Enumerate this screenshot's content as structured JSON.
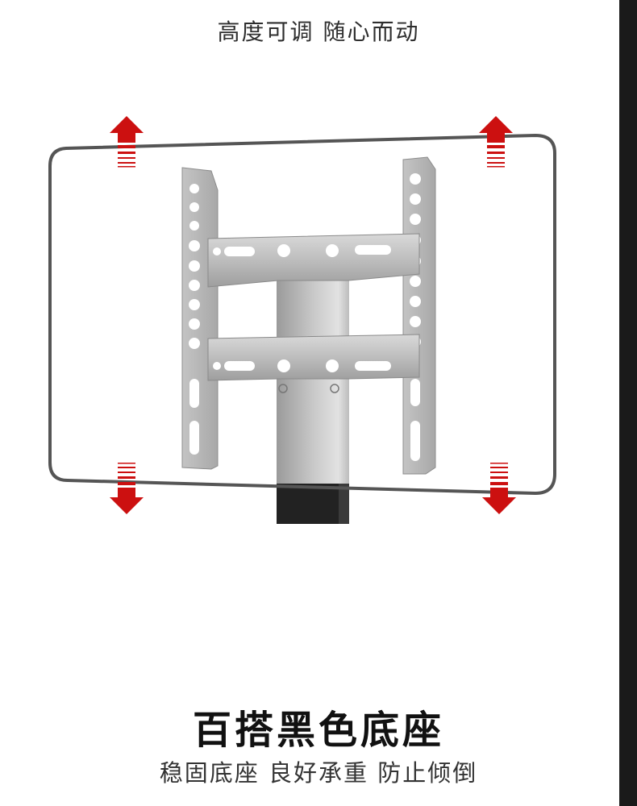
{
  "header": {
    "caption": "高度可调 随心而动"
  },
  "feature": {
    "title": "百搭黑色底座",
    "subtitle": "稳固底座 良好承重 防止倾倒"
  },
  "colors": {
    "arrow_red": "#cc1010",
    "bracket_gray": "#b4b4b4",
    "frame_outline": "#555555",
    "pole_black": "#222222",
    "edge_dark": "#1a1a1a"
  },
  "icons": [
    "arrow-up-icon",
    "arrow-down-icon"
  ]
}
